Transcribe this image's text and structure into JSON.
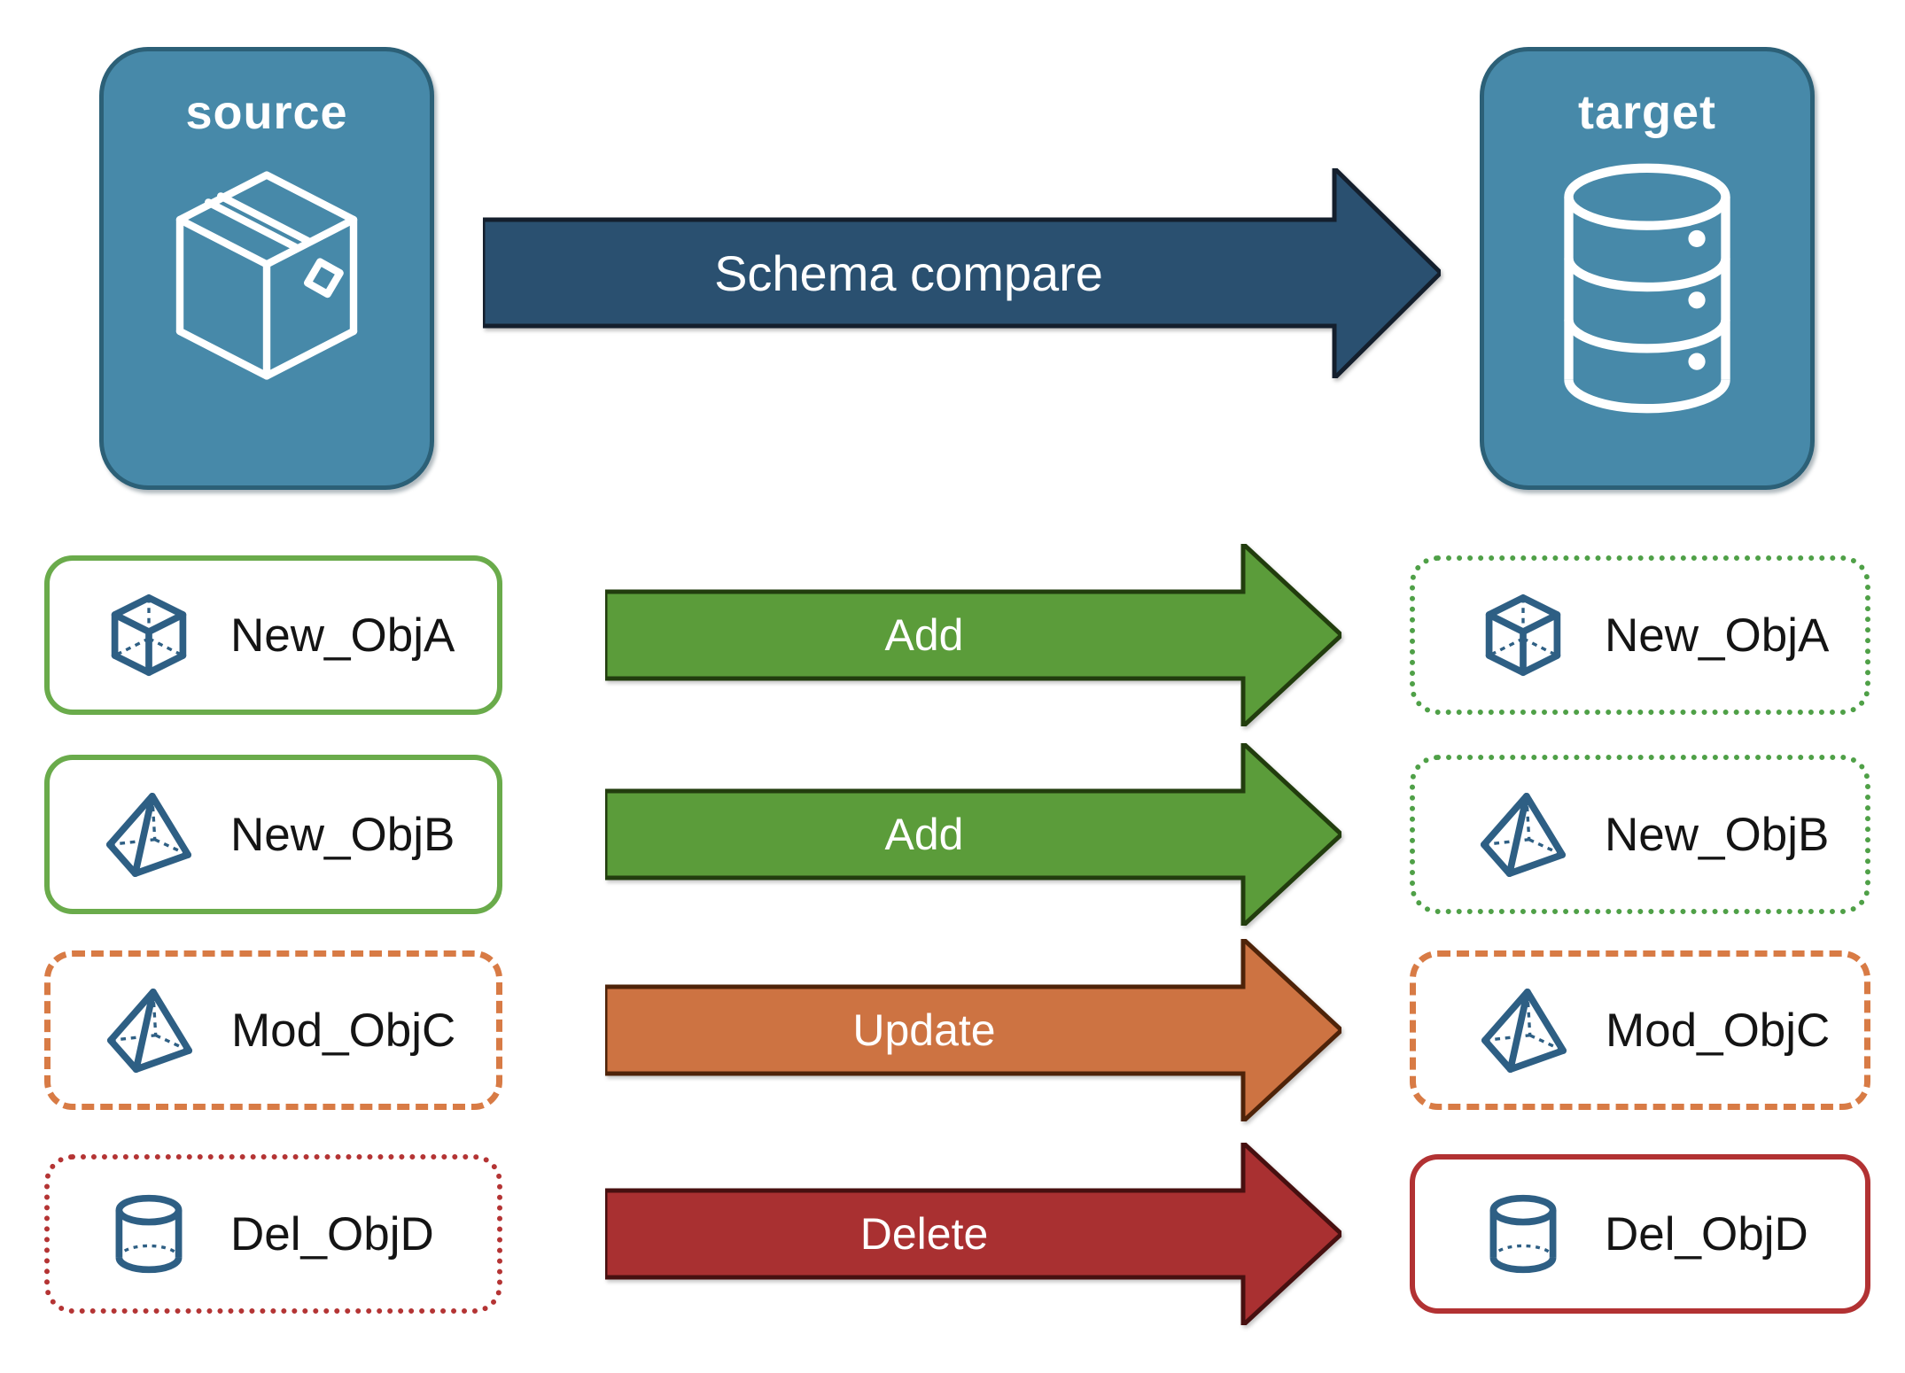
{
  "header": {
    "source_label": "source",
    "target_label": "target",
    "flow_arrow_label": "Schema compare"
  },
  "rows": [
    {
      "object_name": "New_ObjA",
      "action_label": "Add",
      "icon": "cube",
      "status": "added"
    },
    {
      "object_name": "New_ObjB",
      "action_label": "Add",
      "icon": "pyramid",
      "status": "added"
    },
    {
      "object_name": "Mod_ObjC",
      "action_label": "Update",
      "icon": "pyramid",
      "status": "modified"
    },
    {
      "object_name": "Del_ObjD",
      "action_label": "Delete",
      "icon": "cylinder",
      "status": "deleted"
    }
  ],
  "colors": {
    "node-fill": "#4789a9",
    "node-border": "#2c6077",
    "flow-fill": "#2a5070",
    "flow-border": "#141f2d",
    "add-fill": "#5b9c3a",
    "add-border": "#223d0e",
    "update-fill": "#cd7342",
    "update-border": "#4e2309",
    "delete-fill": "#a93031",
    "delete-border": "#471010",
    "green-solid": "#6aab4b",
    "green-dotted": "#4fa047",
    "orange-dashed": "#d87b45",
    "red-dotted": "#b43434",
    "red-solid": "#b23233",
    "icon-blue": "#2e5f84",
    "text-dark": "#141414"
  }
}
